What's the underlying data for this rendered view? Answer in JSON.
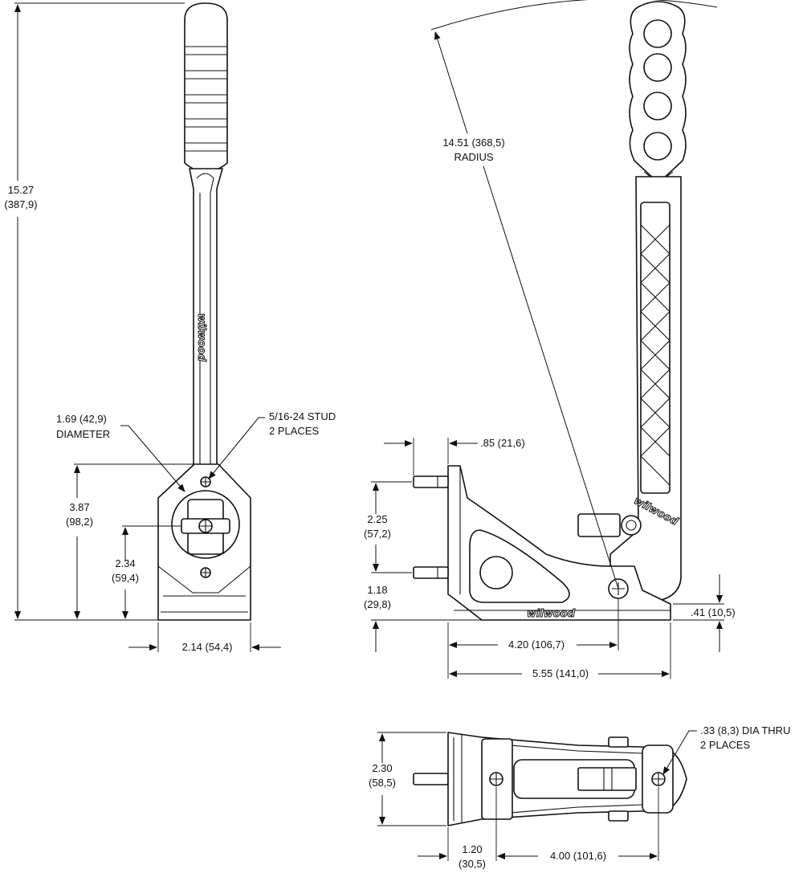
{
  "dimensions": {
    "overall_height": {
      "imperial": "15.27",
      "metric": "(387,9)"
    },
    "pivot_diameter": {
      "imperial": "1.69 (42,9)",
      "note": "DIAMETER"
    },
    "stud": {
      "size": "5/16-24 STUD",
      "qty": "2 PLACES"
    },
    "base_height": {
      "imperial": "3.87",
      "metric": "(98,2)"
    },
    "pivot_height": {
      "imperial": "2.34",
      "metric": "(59,4)"
    },
    "base_width": {
      "text": "2.14 (54,4)"
    },
    "radius": {
      "imperial": "14.51 (368,5)",
      "note": "RADIUS"
    },
    "stud_offset": {
      "text": ".85 (21,6)"
    },
    "stud_spacing": {
      "imperial": "2.25",
      "metric": "(57,2)"
    },
    "lower_stud_height": {
      "imperial": "1.18",
      "metric": "(29,8)"
    },
    "foot_height": {
      "text": ".41 (10,5)"
    },
    "pivot_distance": {
      "text": "4.20 (106,7)"
    },
    "overall_length": {
      "text": "5.55 (141,0)"
    },
    "mount_hole": {
      "size": ".33 (8,3) DIA THRU",
      "qty": "2 PLACES"
    },
    "mount_width": {
      "imperial": "2.30",
      "metric": "(58,5)"
    },
    "stud_to_hole": {
      "imperial": "1.20",
      "metric": "(30,5)"
    },
    "hole_spacing": {
      "text": "4.00 (101,6)"
    }
  },
  "branding": {
    "logo": "wilwood"
  },
  "icons": {
    "arrowheads": "dimension-arrow",
    "holes": "crosshair-hole-icon"
  }
}
